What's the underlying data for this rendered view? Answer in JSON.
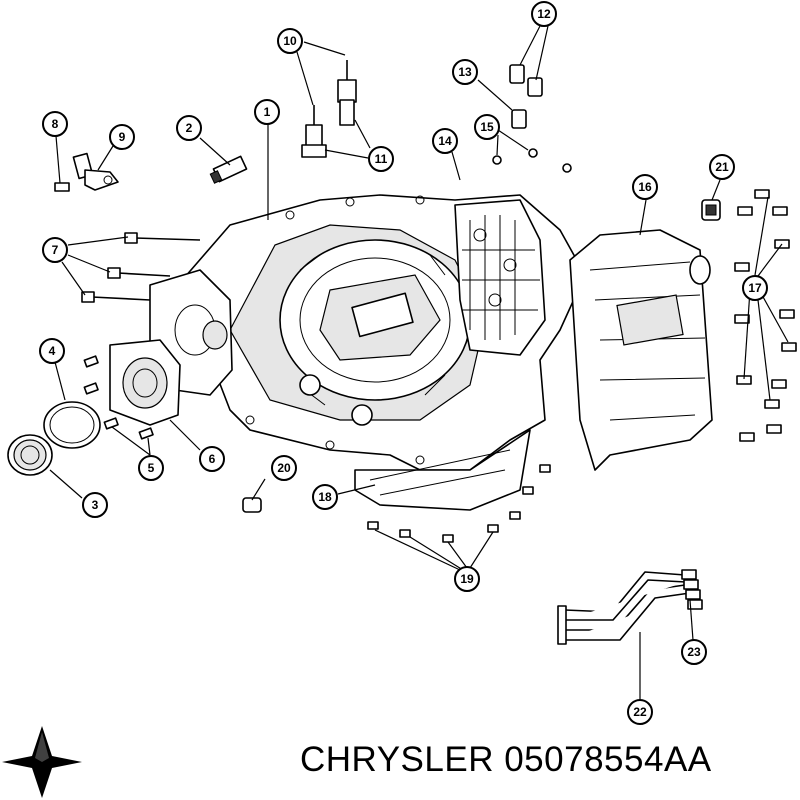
{
  "caption": {
    "brand": "CHRYSLER",
    "part_number": "05078554AA"
  },
  "callouts": [
    "1",
    "2",
    "3",
    "4",
    "5",
    "6",
    "7",
    "8",
    "9",
    "10",
    "11",
    "12",
    "13",
    "14",
    "15",
    "16",
    "17",
    "18",
    "19",
    "20",
    "21",
    "22",
    "23"
  ],
  "colors": {
    "line": "#000000",
    "background": "#ffffff"
  },
  "logo_icon": "pentastar-icon"
}
